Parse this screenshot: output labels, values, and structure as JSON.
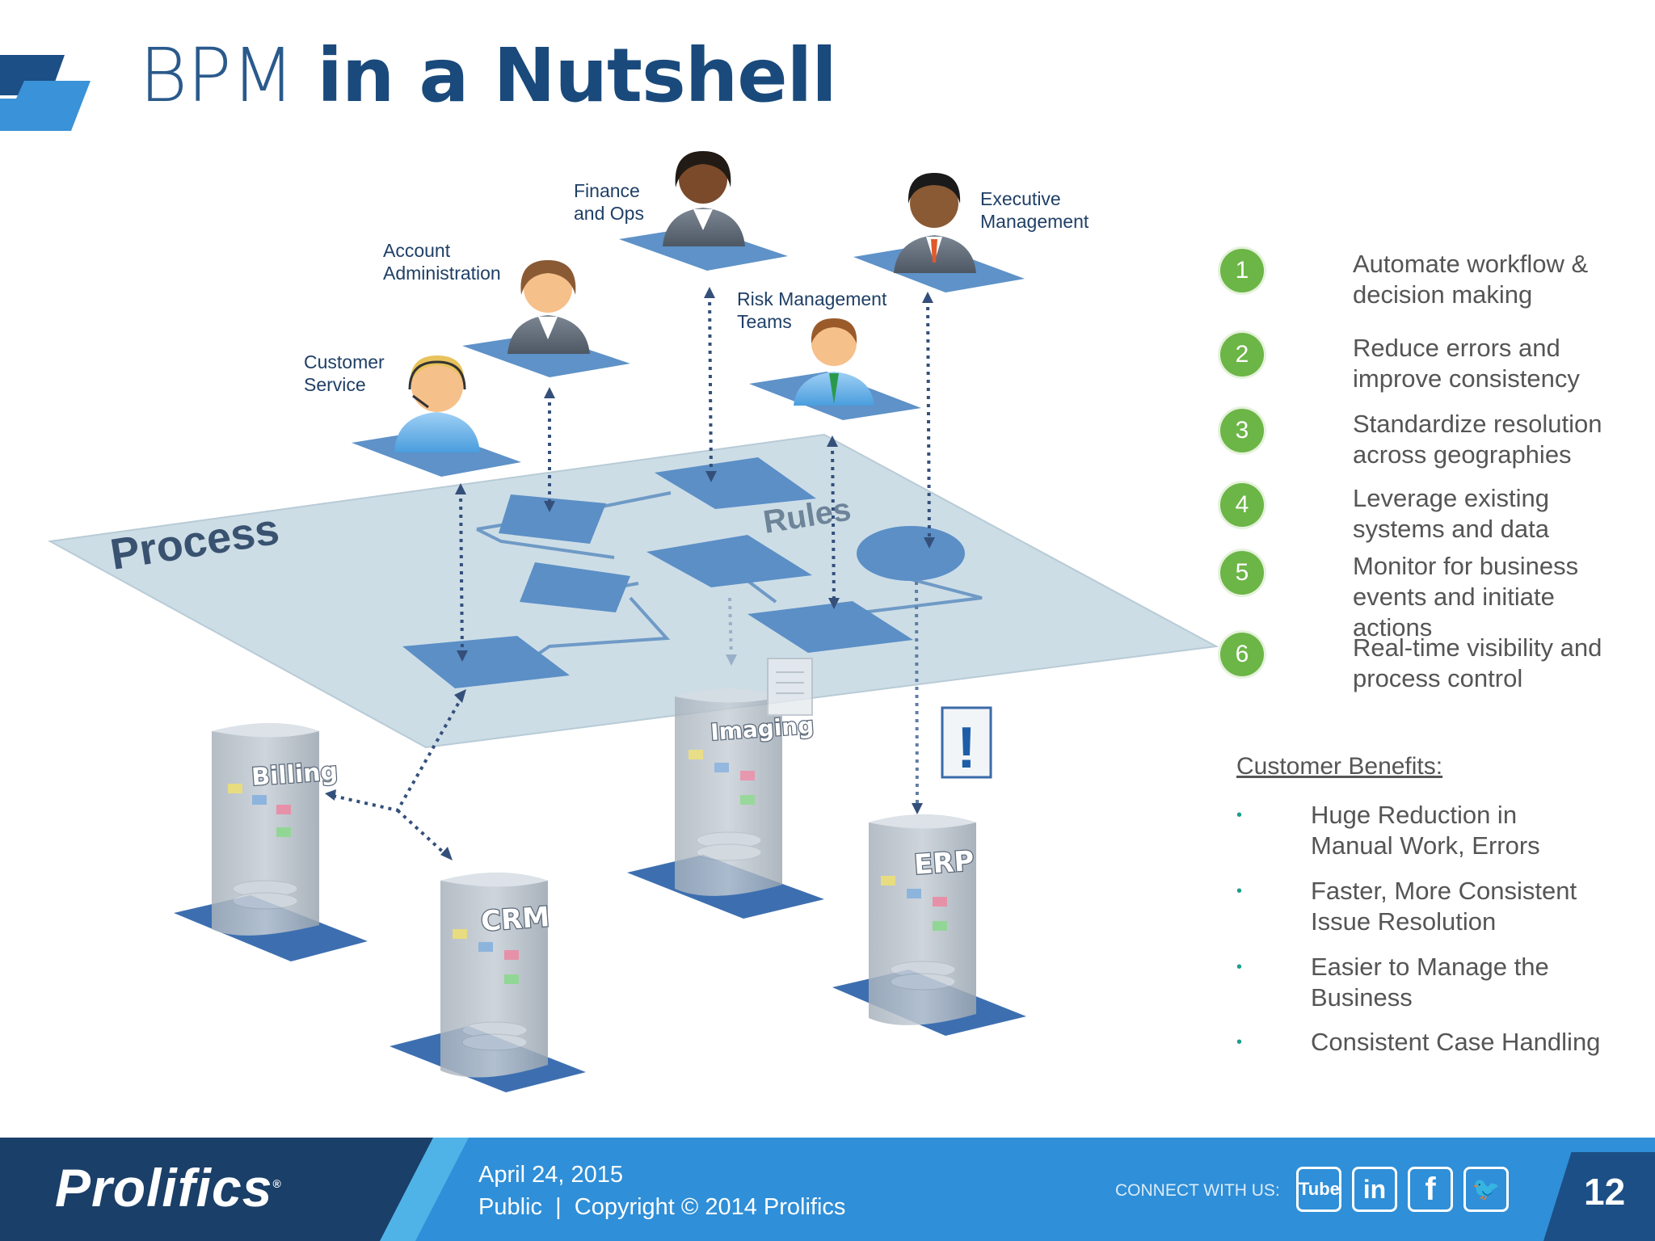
{
  "slide": {
    "title_light": "BPM",
    "title_bold": "in a Nutshell"
  },
  "diagram": {
    "plane_labels": {
      "process": "Process",
      "rules": "Rules"
    },
    "people": [
      {
        "label": "Customer\nService"
      },
      {
        "label": "Account\nAdministration"
      },
      {
        "label": "Finance\nand Ops"
      },
      {
        "label": "Risk Management\nTeams"
      },
      {
        "label": "Executive\nManagement"
      }
    ],
    "systems": [
      "Billing",
      "CRM",
      "Imaging",
      "ERP"
    ],
    "alert_symbol": "!"
  },
  "points": [
    {
      "number": "1",
      "text": "Automate workflow &\ndecision making"
    },
    {
      "number": "2",
      "text": "Reduce errors and\nimprove consistency"
    },
    {
      "number": "3",
      "text": "Standardize resolution\nacross geographies"
    },
    {
      "number": "4",
      "text": "Leverage existing\nsystems and data"
    },
    {
      "number": "5",
      "text": "Monitor for business\nevents and initiate actions"
    },
    {
      "number": "6",
      "text": "Real-time visibility and\nprocess control"
    }
  ],
  "benefits": {
    "heading": "Customer Benefits:",
    "bullet": "•",
    "items": [
      "Huge Reduction in\nManual Work, Errors",
      "Faster, More Consistent\nIssue Resolution",
      "Easier to Manage the\nBusiness",
      "Consistent Case Handling"
    ]
  },
  "footer": {
    "logo": "Prolifics",
    "logo_mark": "®",
    "date": "April 24, 2015",
    "copyright": "Public  |  Copyright © 2014 Prolifics",
    "connect": "CONNECT WITH US:",
    "social": [
      {
        "label": "Tube",
        "icon": "youtube-icon"
      },
      {
        "label": "in",
        "icon": "linkedin-icon"
      },
      {
        "label": "f",
        "icon": "facebook-icon"
      },
      {
        "label": "🐦",
        "icon": "twitter-icon"
      }
    ],
    "page_number": "12"
  },
  "colors": {
    "title": "#1e4d80",
    "accent_green": "#6cb547",
    "footer_blue": "#2f8fd8",
    "footer_dark": "#1a3f68",
    "process_plane": "#cddde6",
    "process_box": "#5b8fc6"
  }
}
